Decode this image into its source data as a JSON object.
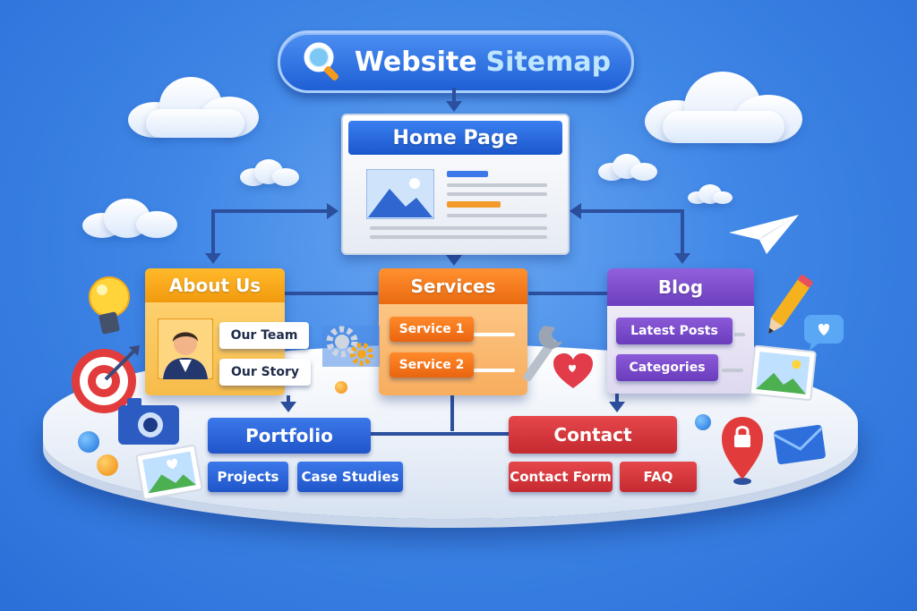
{
  "title": {
    "part1": "Website",
    "part2": "Sitemap",
    "icon": "magnifier-icon"
  },
  "nodes": {
    "home": {
      "label": "Home Page"
    },
    "about": {
      "label": "About Us",
      "children": [
        "Our Team",
        "Our Story"
      ]
    },
    "services": {
      "label": "Services",
      "children": [
        "Service 1",
        "Service 2"
      ]
    },
    "blog": {
      "label": "Blog",
      "children": [
        "Latest Posts",
        "Categories"
      ]
    },
    "portfolio": {
      "label": "Portfolio",
      "children": [
        "Projects",
        "Case Studies"
      ]
    },
    "contact": {
      "label": "Contact",
      "children": [
        "Contact Form",
        "FAQ"
      ]
    }
  },
  "colors": {
    "background": "#3f86e6",
    "home": "#1f5fd6",
    "about": "#f5b31c",
    "services": "#f07a1a",
    "blog": "#7d4fc9",
    "portfolio": "#2a5fd0",
    "contact": "#d83a3f",
    "connector": "#2c4f9e"
  },
  "icons": [
    "lightbulb-icon",
    "target-icon",
    "camera-icon",
    "photo-icon",
    "gears-icon",
    "wrench-icon",
    "heart-icon",
    "paper-plane-icon",
    "pencil-icon",
    "chat-heart-icon",
    "landscape-photo-icon",
    "location-pin-icon",
    "envelope-icon",
    "cloud-icon"
  ]
}
